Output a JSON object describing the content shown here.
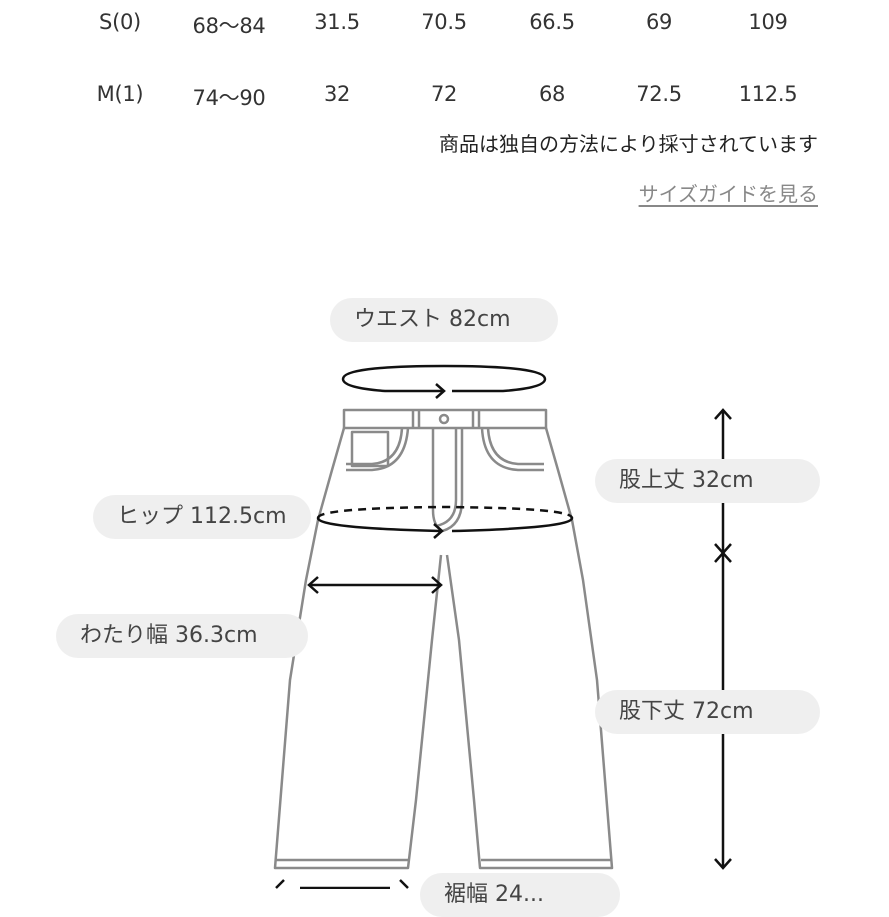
{
  "size_table": {
    "rows": [
      {
        "size": "S(0)",
        "cells": [
          "68〜84",
          "31.5",
          "70.5",
          "66.5",
          "69",
          "109"
        ]
      },
      {
        "size": "M(1)",
        "cells": [
          "74〜90",
          "32",
          "72",
          "68",
          "72.5",
          "112.5"
        ]
      }
    ]
  },
  "note": "商品は独自の方法により採寸されています",
  "size_guide_link": "サイズガイドを見る",
  "diagram": {
    "labels": {
      "waist": "ウエスト  82cm",
      "rise": "股上丈  32cm",
      "hip": "ヒップ  112.5cm",
      "thigh": "わたり幅  36.3cm",
      "inseam": "股下丈  72cm",
      "hem": "裾幅  24..."
    },
    "colors": {
      "outline": "#8a8a8a",
      "arrow": "#111111",
      "pill_bg": "#efefef",
      "pill_text": "#444444"
    }
  }
}
